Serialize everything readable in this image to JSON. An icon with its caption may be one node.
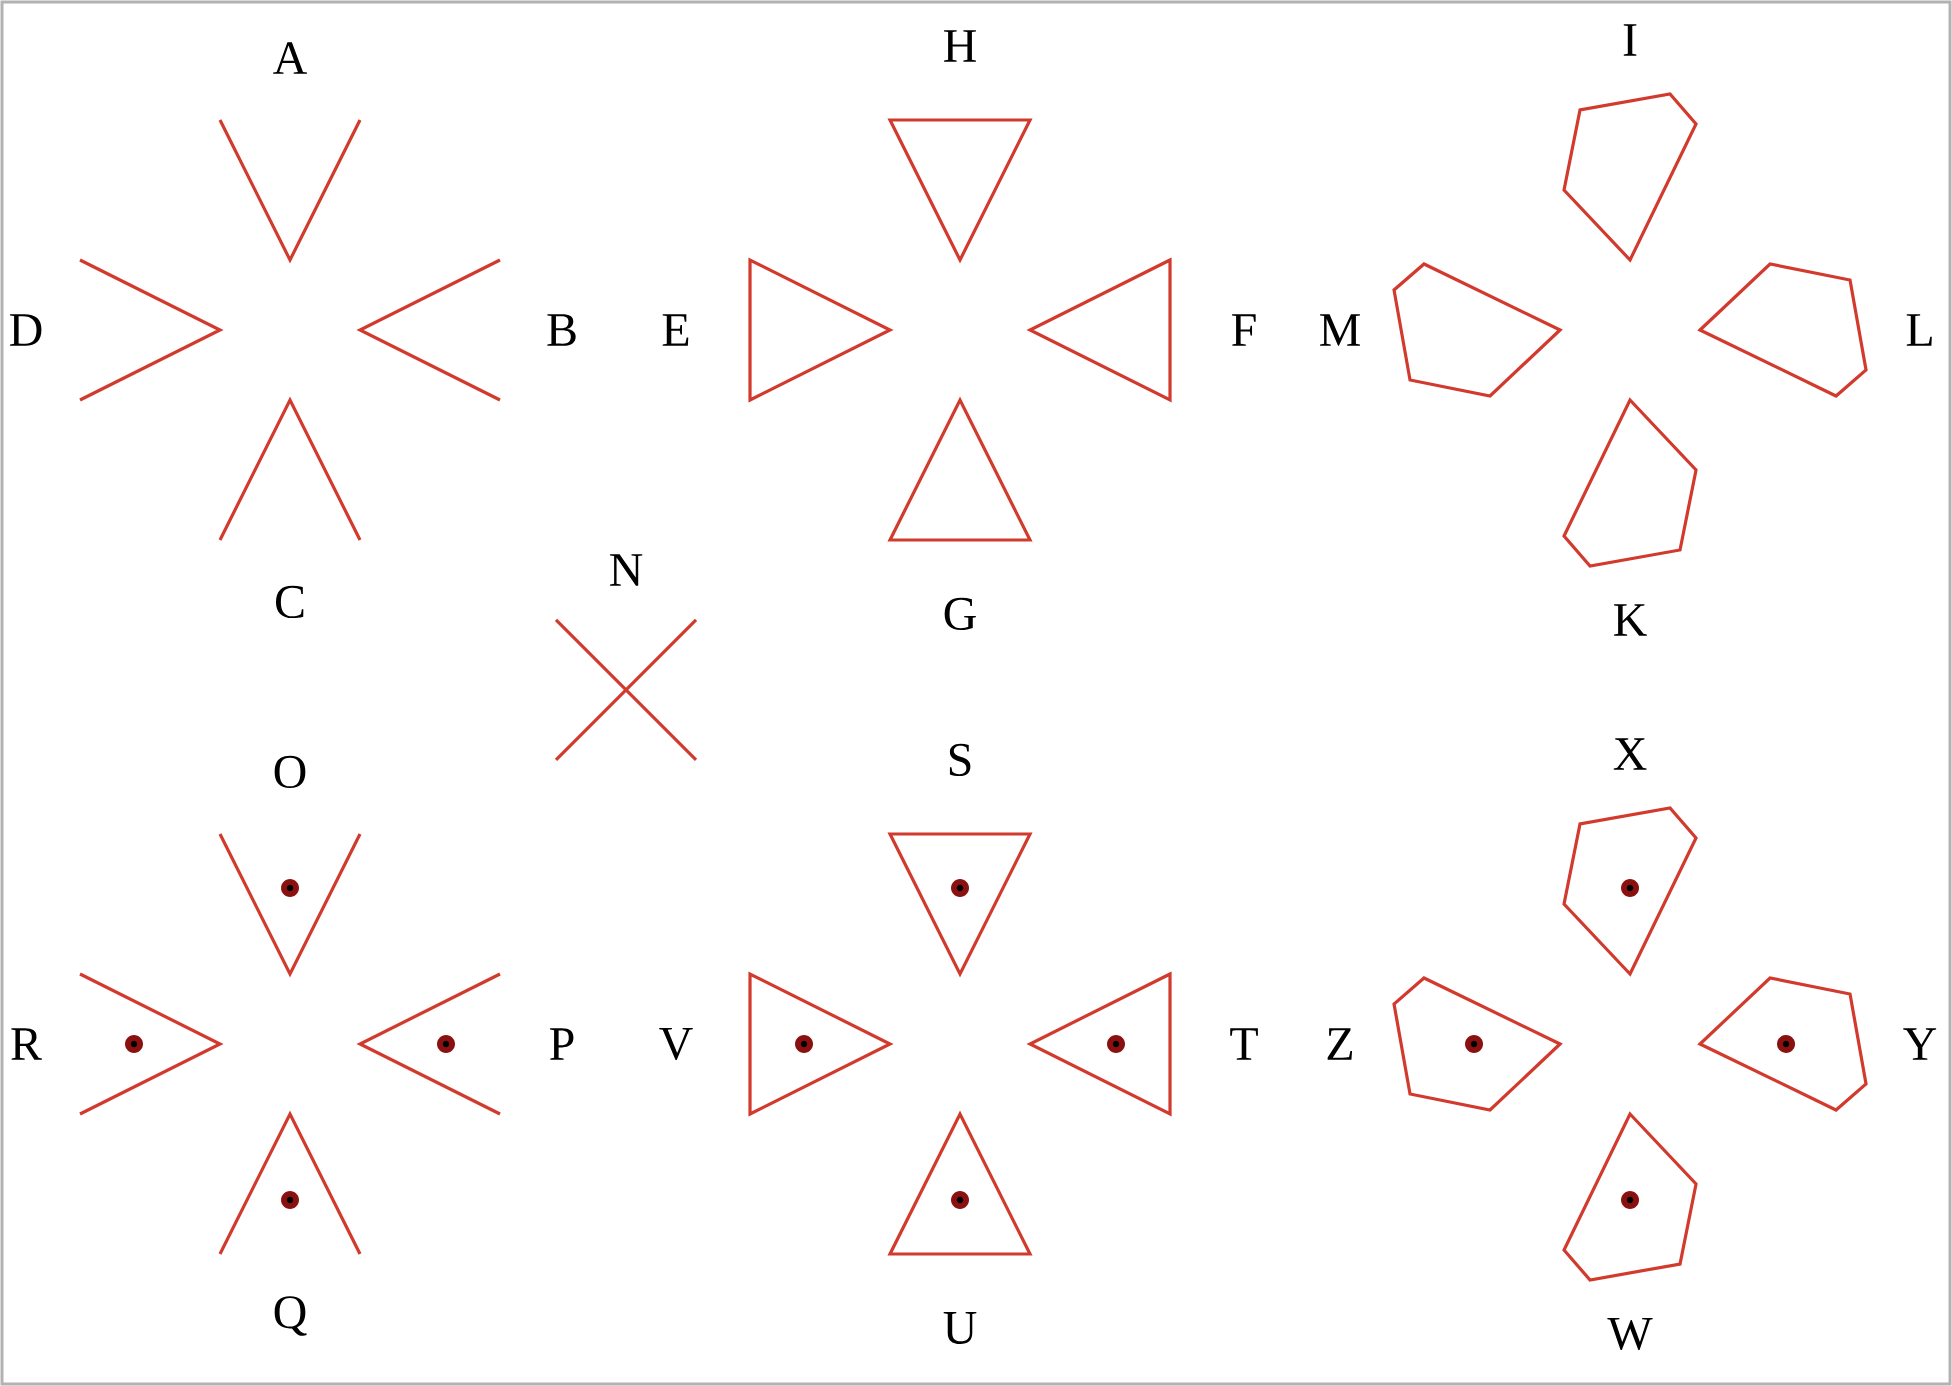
{
  "diagram": {
    "nodes": [
      {
        "text": [
          "A"
        ]
      },
      {
        "text": [
          "D"
        ]
      },
      {
        "text": [
          "B"
        ]
      },
      {
        "text": [
          "C"
        ]
      },
      {
        "text": [
          "H"
        ]
      },
      {
        "text": [
          "E"
        ]
      },
      {
        "text": [
          "F"
        ]
      },
      {
        "text": [
          "G"
        ]
      },
      {
        "text": [
          "I"
        ]
      },
      {
        "text": [
          "M"
        ]
      },
      {
        "text": [
          "L"
        ]
      },
      {
        "text": [
          "K"
        ]
      },
      {
        "text": [
          "N"
        ]
      },
      {
        "text": [
          "O"
        ]
      },
      {
        "text": [
          "R"
        ]
      },
      {
        "text": [
          "P"
        ]
      },
      {
        "text": [
          "Q"
        ]
      },
      {
        "text": [
          "S"
        ]
      },
      {
        "text": [
          "V"
        ]
      },
      {
        "text": [
          "T"
        ]
      },
      {
        "text": [
          "U"
        ]
      },
      {
        "text": [
          "X"
        ]
      },
      {
        "text": [
          "Z"
        ]
      },
      {
        "text": [
          "Y"
        ]
      },
      {
        "text": [
          "W"
        ]
      }
    ]
  }
}
